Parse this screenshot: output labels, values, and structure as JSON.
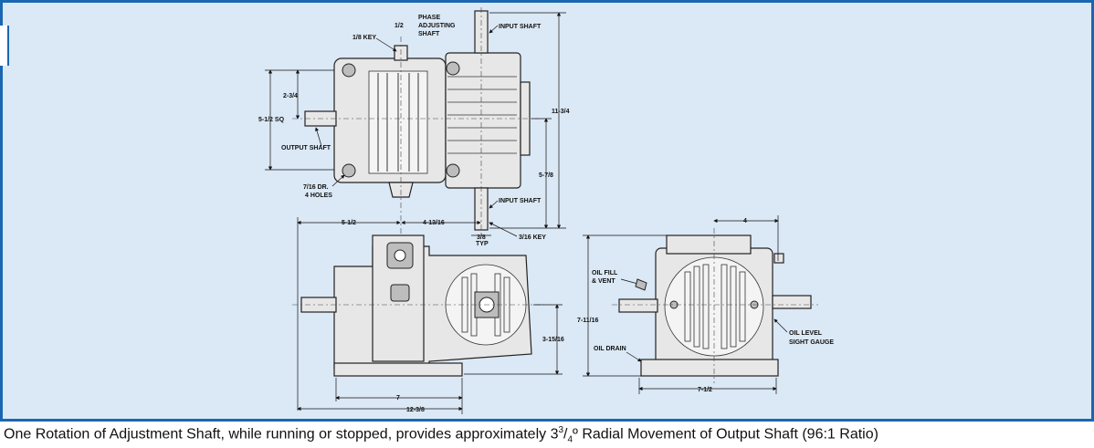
{
  "top_view": {
    "phase_adjusting_shaft": "PHASE ADJUSTING SHAFT",
    "half_dim": "1/2",
    "key_1_8": "1/8 KEY",
    "input_shaft_top": "INPUT SHAFT",
    "dim_2_3_4": "2-3/4",
    "dim_5_1_2_sq": "5-1/2 SQ",
    "output_shaft": "OUTPUT SHAFT",
    "holes": "7/16 DR. 4 HOLES",
    "dim_11_3_4": "11-3/4",
    "dim_5_7_8": "5-7/8",
    "input_shaft_bottom": "INPUT SHAFT",
    "dim_5_1_2": "5-1/2",
    "dim_4_13_16": "4-13/16",
    "typ": "3/8 TYP",
    "key_3_16": "3/16 KEY"
  },
  "front_view": {
    "dim_3_15_16": "3-15/16",
    "dim_7": "7",
    "dim_12_3_8": "12-3/8"
  },
  "side_view": {
    "dim_4": "4",
    "oil_fill": "OIL FILL & VENT",
    "dim_7_11_16": "7-11/16",
    "oil_level": "OIL LEVEL SIGHT GAUGE",
    "oil_drain": "OIL DRAIN",
    "dim_7_1_2": "7-1/2"
  },
  "caption": {
    "lead": "One Rotation of Adjustment Shaft, while running or stopped, provides approximately 3",
    "frac_num": "3",
    "frac_slash": "/",
    "frac_den": "4",
    "tail": "º Radial Movement of Output Shaft (96:1 Ratio)"
  },
  "colors": {
    "frame": "#1a67b0",
    "panel": "#dbe8f5"
  }
}
